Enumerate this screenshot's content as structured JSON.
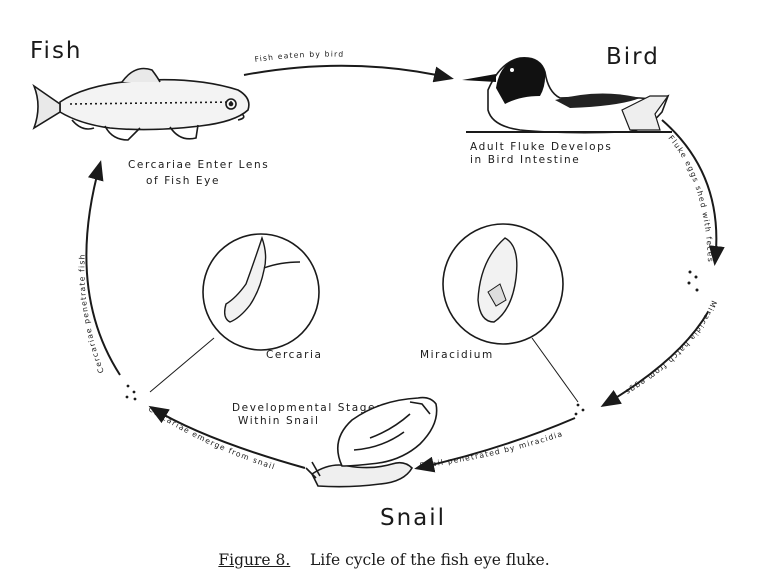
{
  "labels": {
    "fish": "Fish",
    "bird": "Bird",
    "snail": "Snail",
    "cercaria": "Cercaria",
    "miracidium": "Miracidium",
    "adult_fluke": [
      "Adult Fluke Develops",
      "in Bird Intestine"
    ],
    "cercariae_enter": [
      "Cercariae Enter Lens",
      "of Fish Eye"
    ],
    "developmental": [
      "Developmental Stages",
      "Within Snail"
    ]
  },
  "arrows": {
    "fish_eaten": "Fish eaten by bird",
    "eggs_shed": "Fluke eggs shed with feces",
    "miracidia_hatch": "Miracidia hatch from eggs",
    "snail_penetrated": "Snail penetrated by miracidia",
    "cercariae_emerge": "Cercariae emerge from snail",
    "cercariae_penetrate": "Cercariae penetrate fish"
  },
  "caption": {
    "figure": "Figure 8.",
    "text": "Life cycle of the fish eye fluke."
  }
}
